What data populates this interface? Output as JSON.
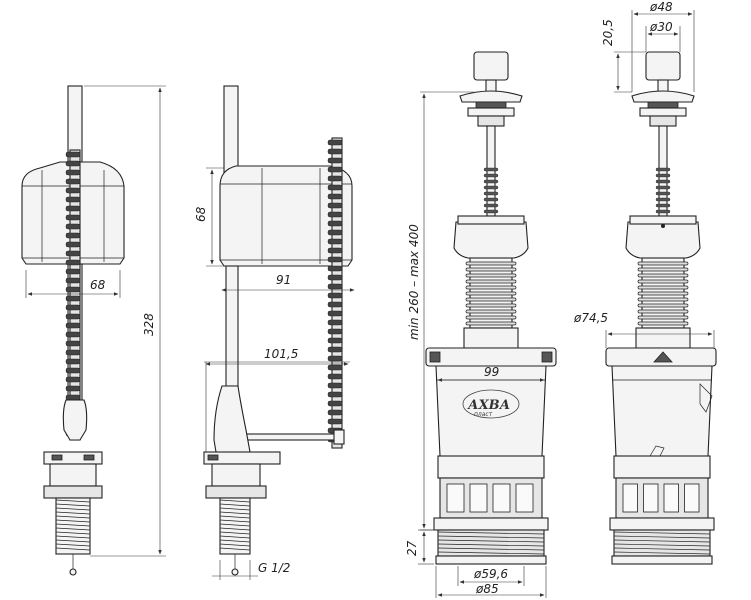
{
  "dimensions": {
    "float_width": "68",
    "overall_height": "328",
    "float_height": "68",
    "arm_length": "91",
    "outlet_length": "101,5",
    "inlet_thread": "G 1/2",
    "adjust_range": "min 260 – max 400",
    "body_width": "99",
    "thread_height": "27",
    "thread_inner_dia": "ø59,6",
    "thread_outer_dia": "ø85",
    "button_height": "20,5",
    "button_outer_dia": "ø48",
    "button_inner_dia": "ø30",
    "body_dia": "ø74,5"
  },
  "brand": {
    "logo_text": "АХВА",
    "logo_subtext": "пласт"
  }
}
